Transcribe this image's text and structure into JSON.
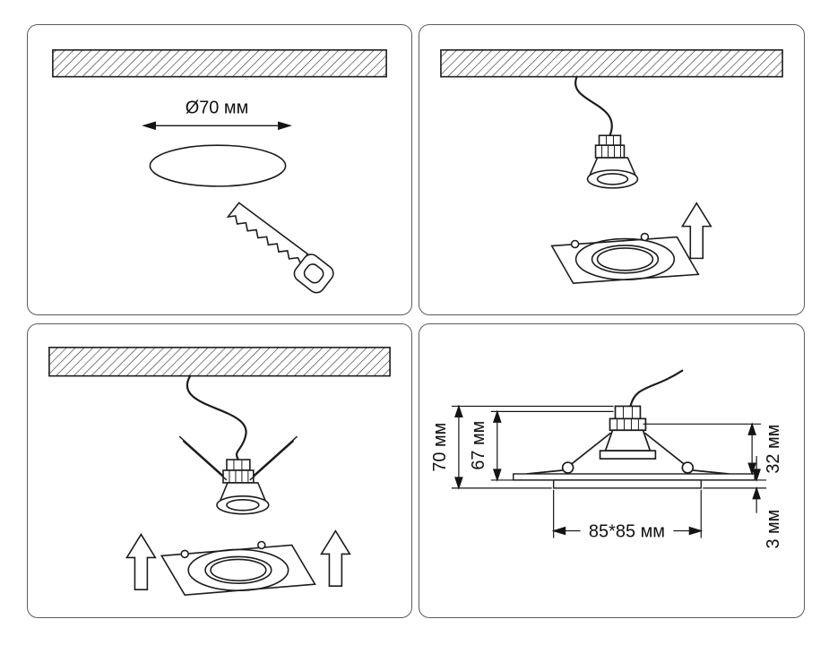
{
  "colors": {
    "line": "#1c1c1c",
    "panel_border": "#5c5c5c",
    "background": "#ffffff"
  },
  "panels": [
    {
      "id": "step-1-cut-hole",
      "labels": {
        "cutout_diameter": "Ø70 мм"
      }
    },
    {
      "id": "step-2-connect-wire",
      "labels": {}
    },
    {
      "id": "step-3-insert-fixture",
      "labels": {}
    },
    {
      "id": "step-4-dimensions",
      "labels": {
        "total_height": "70 мм",
        "inner_height": "67 мм",
        "recess_depth": "32 мм",
        "trim_thickness": "3 мм",
        "cutout_square": "85*85 мм"
      }
    }
  ],
  "icons": {
    "saw": "handsaw-icon",
    "up_arrow": "arrow-up-icon"
  }
}
